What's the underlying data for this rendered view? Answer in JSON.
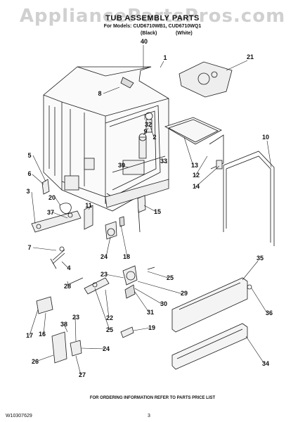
{
  "header": {
    "watermark": "AppliancePartsPros.com",
    "title": "TUB ASSEMBLY PARTS",
    "models": "For Models: CUD6710WB1, CUD6710WQ1",
    "variant_black": "(Black)",
    "variant_white": "(White)"
  },
  "callouts": [
    "40",
    "1",
    "21",
    "8",
    "9",
    "2",
    "32",
    "10",
    "5",
    "13",
    "12",
    "14",
    "6",
    "39",
    "33",
    "3",
    "20",
    "11",
    "15",
    "37",
    "7",
    "24",
    "18",
    "25",
    "35",
    "4",
    "28",
    "23",
    "29",
    "30",
    "22",
    "31",
    "36",
    "17",
    "16",
    "38",
    "23",
    "19",
    "25",
    "24",
    "26",
    "27",
    "34"
  ],
  "footer": {
    "note": "FOR ORDERING INFORMATION REFER TO PARTS PRICE LIST",
    "doc_number": "W10307629",
    "page_number": "3"
  },
  "colors": {
    "line": "#1a1a1a",
    "watermark": "#969696"
  }
}
